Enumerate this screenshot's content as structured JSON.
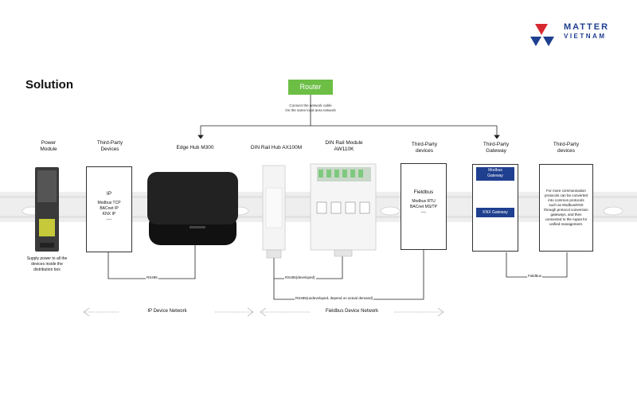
{
  "page": {
    "title": "Solution"
  },
  "brand": {
    "line1": "MATTER",
    "line2": "VIETNAM",
    "colors": {
      "blue": "#1e3f8f",
      "red": "#d8282f",
      "green": "#6cbe45"
    }
  },
  "router": {
    "label": "Router",
    "note_line1": "Connect the network cable",
    "note_line2": "On the same local area network"
  },
  "columns": {
    "power": {
      "title_line1": "Power",
      "title_line2": "Module",
      "caption_line1": "Supply power to all the",
      "caption_line2": "devices inside the",
      "caption_line3": "distribution box"
    },
    "third_party_ip": {
      "title_line1": "Third-Party",
      "title_line2": "Devices",
      "box_head": "IP",
      "lines": [
        "Modbus TCP",
        "BACnet IP",
        "KNX IP",
        "----"
      ]
    },
    "edge_hub": {
      "title": "Edge Hub M300"
    },
    "din_hub": {
      "title": "DIN Rail Hub AX100M"
    },
    "din_module": {
      "title_line1": "DIN Rail Module",
      "title_line2": "AW110K"
    },
    "third_party_fieldbus": {
      "title_line1": "Third-Party",
      "title_line2": "devices",
      "box_head": "Fieldbus",
      "lines": [
        "Modbus RTU",
        "BACnet MS/TP",
        "----"
      ]
    },
    "gateway": {
      "title_line1": "Third-Party",
      "title_line2": "Gateway",
      "tag1_line1": "Modbus",
      "tag1_line2": "Gateway",
      "tag2": "KNX Gateway"
    },
    "third_party_other": {
      "title_line1": "Third-Party",
      "title_line2": "devices",
      "desc": "For more communication protocols can be converted into common protocols such as Modbus/KNX through protocol conversion gateways, and then connected to the Aqara for unified management."
    }
  },
  "links": {
    "rs485": "RS485",
    "rs485_dev": "RS485(developed)",
    "rs485_undev": "RS485(undeveloped, depend on actual demand)",
    "fieldbus": "Fieldbus"
  },
  "networks": {
    "ip": "IP Device Network",
    "fieldbus": "Fieldbus Device Network"
  }
}
